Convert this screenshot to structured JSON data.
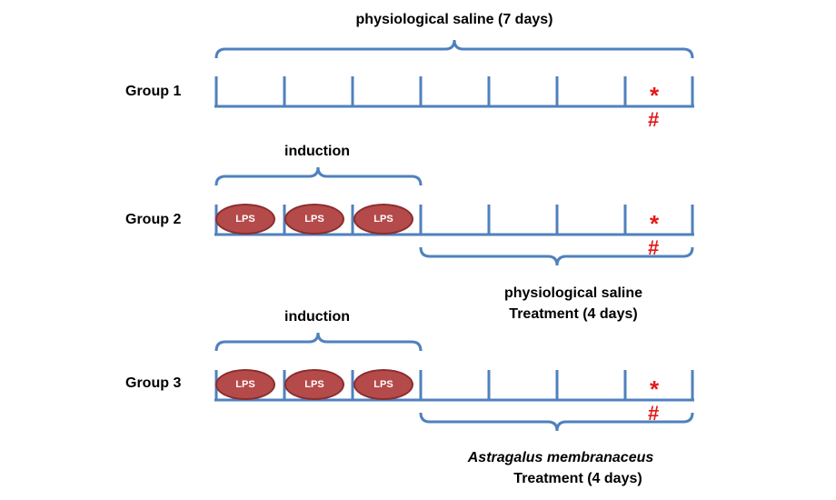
{
  "colors": {
    "line": "#4f81bd",
    "marker": "#e3191a",
    "lps_fill": "#b54a4a",
    "lps_border": "#8b2e2e"
  },
  "group1": {
    "label": "Group 1",
    "top_label": "physiological saline (7 days)",
    "star": "*",
    "hash": "#"
  },
  "group2": {
    "label": "Group 2",
    "induction_label": "induction",
    "lps_label": "LPS",
    "treatment_line1": "physiological saline",
    "treatment_line2": "Treatment (4 days)",
    "star": "*",
    "hash": "#"
  },
  "group3": {
    "label": "Group 3",
    "induction_label": "induction",
    "lps_label": "LPS",
    "treatment_line1": "Astragalus membranaceus",
    "treatment_line2": "Treatment (4 days)",
    "star": "*",
    "hash": "#"
  }
}
